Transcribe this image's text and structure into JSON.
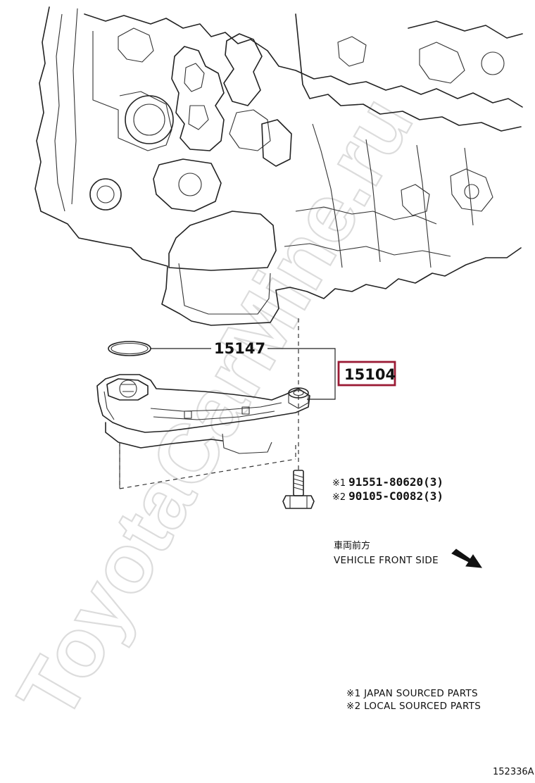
{
  "parts": {
    "oring_number": "15147",
    "strainer_number": "15104",
    "strainer_highlight_color": "#9b1b35",
    "bolt_lines": [
      {
        "marker": "※1",
        "code": "91551-80620(3)"
      },
      {
        "marker": "※2",
        "code": "90105-C0082(3)"
      }
    ]
  },
  "direction": {
    "jp_label": "車両前方",
    "en_label": "VEHICLE FRONT SIDE",
    "arrow_icon": "arrow-down-right-icon"
  },
  "footnotes": [
    "※1 JAPAN SOURCED PARTS",
    "※2 LOCAL SOURCED PARTS"
  ],
  "diagram_id": "152336A",
  "watermark": "ToyotaCarMine.ru"
}
